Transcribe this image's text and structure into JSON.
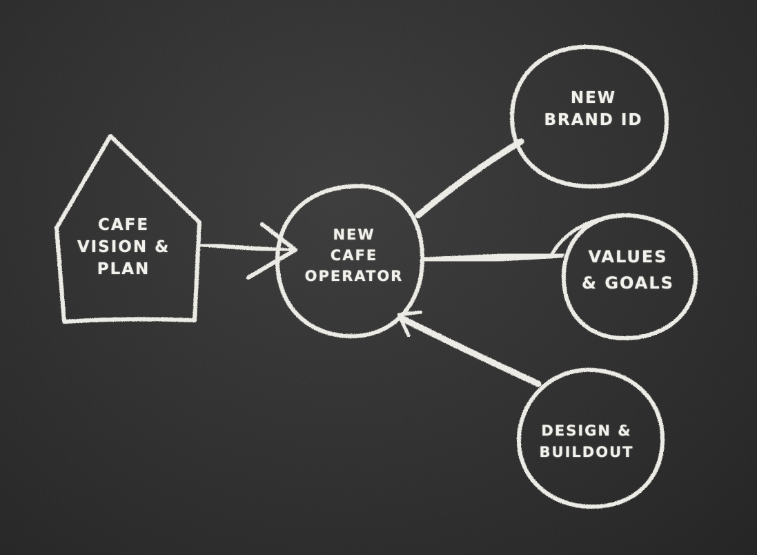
{
  "nodes": {
    "cafe_vision": {
      "lines": [
        "CAFE",
        "VISION &",
        "PLAN"
      ]
    },
    "cafe_operator": {
      "lines": [
        "NEW",
        "CAFE",
        "OPERATOR"
      ]
    },
    "brand_id": {
      "lines": [
        "NEW",
        "BRAND ID"
      ]
    },
    "values_goals": {
      "lines": [
        "VALUES",
        "& GOALS"
      ]
    },
    "design_buildout": {
      "lines": [
        "DESIGN &",
        "BUILDOUT"
      ]
    }
  },
  "colors": {
    "background": "#2b2b2b",
    "chalk": "#ecebe6"
  }
}
